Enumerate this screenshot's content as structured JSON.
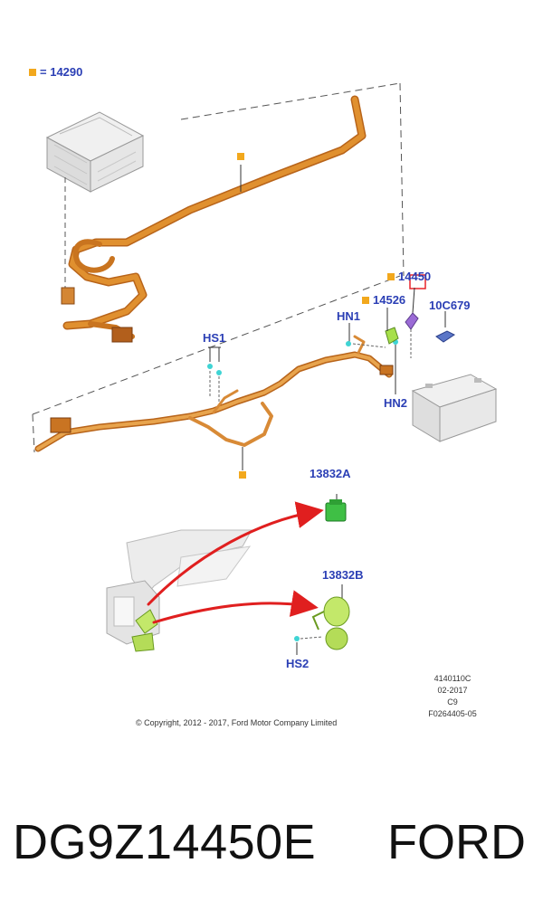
{
  "legend": {
    "code": "14290",
    "equals": "="
  },
  "callouts": {
    "c14450": "14450",
    "c14526": "14526",
    "c10C679": "10C679",
    "hn1": "HN1",
    "hn2": "HN2",
    "hs1": "HS1",
    "c13832A": "13832A",
    "c13832B": "13832B",
    "hs2": "HS2"
  },
  "meta": {
    "line1": "4140110C",
    "line2": "02-2017",
    "line3": "C9",
    "line4": "F0264405-05"
  },
  "copyright": "© Copyright, 2012 - 2017, Ford Motor Company Limited",
  "footer": {
    "part_number": "DG9Z14450E",
    "brand": "FORD"
  },
  "colors": {
    "harness": "#e0902f",
    "harness_dark": "#b8641a",
    "callout_text": "#2b3fb5",
    "marker": "#f2a81d",
    "horn_green": "#c3e86a",
    "relay_green": "#3fbf45",
    "arrow": "#e01f1f",
    "highlight": "#e8232a",
    "clip_cyan": "#3fd4d4",
    "purple_part": "#9b6bd6"
  }
}
